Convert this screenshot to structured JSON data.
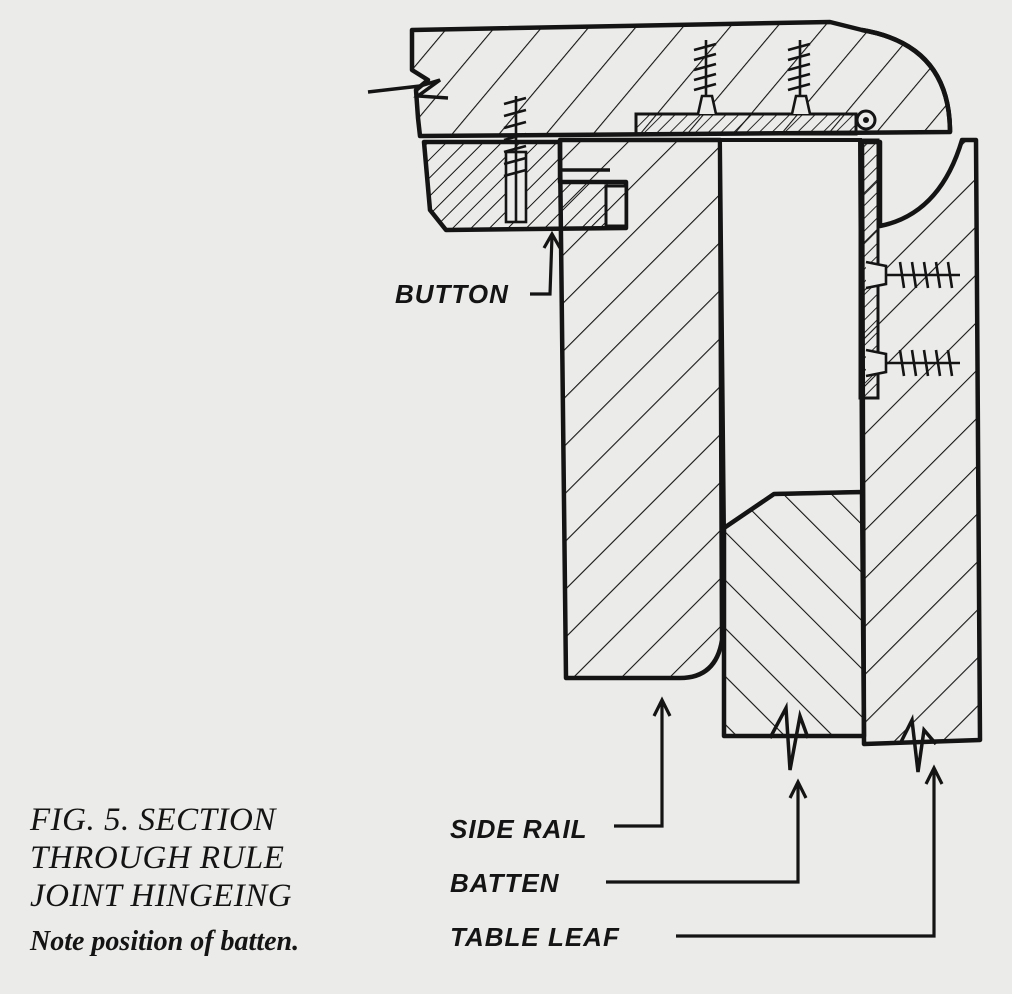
{
  "figure": {
    "caption_lines": [
      "FIG. 5. SECTION",
      "THROUGH RULE",
      "JOINT HINGEING"
    ],
    "note": "Note position of batten."
  },
  "labels": {
    "button": "BUTTON",
    "side_rail": "SIDE RAIL",
    "batten": "BATTEN",
    "table_leaf": "TABLE LEAF"
  },
  "colors": {
    "ink": "#141414",
    "paper": "#ebebe9"
  }
}
